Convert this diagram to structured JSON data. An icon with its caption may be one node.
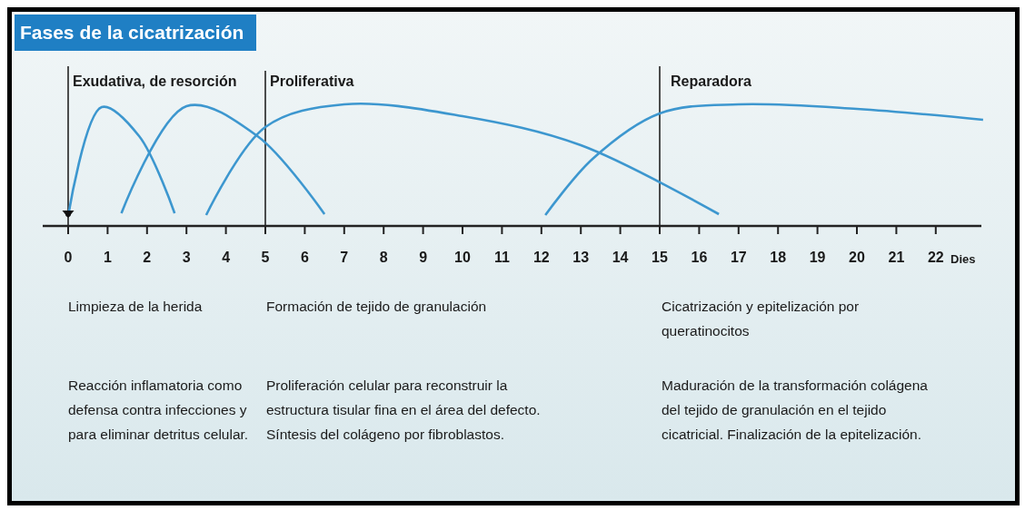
{
  "diagram": {
    "title": "Fases de la cicatrización",
    "labels": [
      "Exudativa, de resorción",
      "Proliferativa",
      "Reparadora",
      "0",
      "1",
      "2",
      "3",
      "4",
      "5",
      "6",
      "7",
      "8",
      "9",
      "10",
      "11",
      "12",
      "13",
      "14",
      "15",
      "16",
      "17",
      "18",
      "19",
      "20",
      "21",
      "22",
      "Dies",
      "Limpieza de la herida",
      "Formación de tejido de granulación",
      "Cicatrización y epitelización por queratinocitos",
      "Reacción inflamatoria como defensa contra infecciones y para eliminar detritus celular.",
      "Proliferación celular para reconstruir la estructura tisular fina en el área del defecto. Síntesis del colágeno por fibroblastos.",
      "Maduración de la transformación colágena del tejido de granulación en el tejido cicatricial. Finalización de la epitelización."
    ]
  }
}
